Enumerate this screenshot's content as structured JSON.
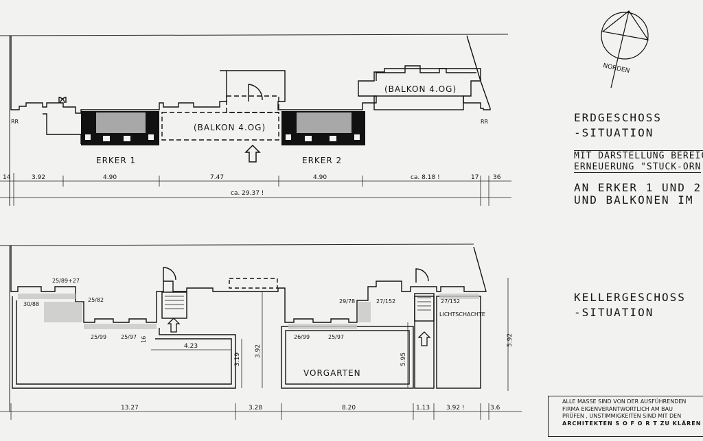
{
  "north_label": "NORDEN",
  "ground_floor": {
    "balcony_labels": [
      "(BALKON 4.OG)",
      "(BALKON 4.OG)"
    ],
    "bay_labels": [
      "ERKER 1",
      "ERKER 2"
    ],
    "rr_labels": [
      "RR",
      "RR"
    ],
    "dimensions": [
      "14",
      "3.92",
      "4.90",
      "7.47",
      "4.90",
      "ca. 8.18 !",
      "17",
      "36"
    ],
    "total_dimension": "ca. 29.37 !"
  },
  "basement": {
    "window_labels": [
      "25/89+27",
      "30/88",
      "25/82",
      "25/99",
      "25/97",
      "29/78",
      "27/152",
      "27/152",
      "26/99",
      "25/97"
    ],
    "lightwell_label": "LICHTSCHACHTE",
    "garden_label": "VORGARTEN",
    "inner_dimensions": [
      "4.23",
      "3.19",
      "3.92",
      "5.95",
      "5.92",
      "16"
    ],
    "bottom_dimensions": [
      "13.27",
      "3.28",
      "8.20",
      "1.13",
      "3.92 !",
      "3.6"
    ]
  },
  "titles": {
    "ground_title": [
      "ERDGESCHOSS",
      "-SITUATION"
    ],
    "ground_description": [
      "MIT DARSTELLUNG BEREIC",
      "ERNEUERUNG \"STUCK-ORN",
      "AN ERKER 1 UND 2",
      "UND BALKONEN IM"
    ],
    "basement_title": [
      "KELLERGESCHOSS",
      "-SITUATION"
    ]
  },
  "notes": [
    "ALLE MASSE SIND VON DER AUSFÜHRENDEN",
    "FIRMA EIGENVERANTWORTLICH AM BAU",
    "PRÜFEN , UNSTIMMIGKEITEN SIND MIT DEN",
    "ARCHITEKTEN  S O F O R T  ZU KLÄREN"
  ]
}
